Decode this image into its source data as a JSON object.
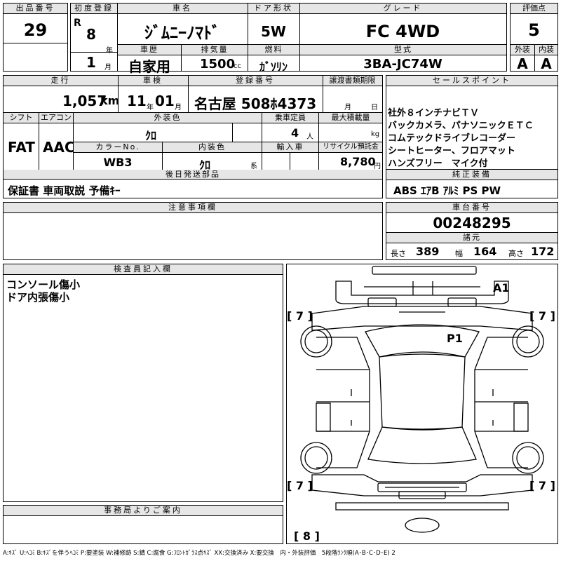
{
  "lot": {
    "label": "出品番号",
    "value": "29"
  },
  "first_reg": {
    "label": "初度登録",
    "era": "R",
    "year": "8",
    "year_unit": "年",
    "month": "1",
    "month_unit": "月"
  },
  "car_name": {
    "label": "車名",
    "value": "ｼﾞﾑﾆｰﾉﾏﾄﾞ"
  },
  "door": {
    "label": "ドア形状",
    "value": "5W"
  },
  "grade": {
    "label": "グレード",
    "value": "FC 4WD"
  },
  "score": {
    "label": "評価点",
    "value": "5"
  },
  "history": {
    "label": "車歴",
    "value": "自家用"
  },
  "displacement": {
    "label": "排気量",
    "value": "1500",
    "unit": "cc"
  },
  "fuel": {
    "label": "燃料",
    "value": "ｶﾞｿﾘﾝ"
  },
  "model": {
    "label": "型式",
    "value": "3BA-JC74W"
  },
  "exterior": {
    "label": "外装",
    "value": "A"
  },
  "interior": {
    "label": "内装",
    "value": "A"
  },
  "mileage": {
    "label": "走行",
    "value": "1,057",
    "unit": "km"
  },
  "inspection": {
    "label": "車検",
    "year": "11",
    "year_unit": "年",
    "month": "01",
    "month_unit": "月"
  },
  "plate": {
    "label": "登録番号",
    "value": "名古屋 508ﾎ4373"
  },
  "transfer": {
    "label": "譲渡書類期限",
    "month_unit": "月",
    "day_unit": "日"
  },
  "shift": {
    "label": "シフト",
    "value": "FAT"
  },
  "aircon": {
    "label": "エアコン",
    "value": "AAC"
  },
  "ext_color": {
    "label": "外装色",
    "value": "ｸﾛ"
  },
  "capacity": {
    "label": "乗車定員",
    "value": "4",
    "unit": "人"
  },
  "max_load": {
    "label": "最大積載量",
    "unit": "kg"
  },
  "color_no": {
    "label": "カラーNo.",
    "value": "WB3"
  },
  "int_color": {
    "label": "内装色",
    "value": "ｸﾛ",
    "unit": "系"
  },
  "import": {
    "label": "輸入車"
  },
  "recycle": {
    "label": "リサイクル預託金",
    "value": "8,780",
    "unit": "円"
  },
  "sales_points": {
    "label": "セールスポイント",
    "lines": [
      "社外８インチナビＴＶ",
      "バックカメラ、パナソニックＥＴＣ",
      "コムテックドライブレコーダー",
      "シートヒーター、フロアマット",
      "ハンズフリー　マイク付"
    ]
  },
  "later_parts": {
    "label": "後日発送部品",
    "value": "保証書 車両取説 予備ｷｰ"
  },
  "genuine": {
    "label": "純正装備",
    "value": "ABS ｴｱB ｱﾙﾐ PS PW"
  },
  "notes": {
    "label": "注意事項欄"
  },
  "chassis": {
    "label": "車台番号",
    "value": "00248295"
  },
  "specs": {
    "label": "諸元",
    "length_label": "長さ",
    "length": "389",
    "width_label": "幅",
    "width": "164",
    "height_label": "高さ",
    "height": "172"
  },
  "inspector": {
    "label": "検査員記入欄",
    "lines": [
      "コンソール傷小",
      "ドア内張傷小"
    ]
  },
  "diagram": {
    "a1": "A1",
    "p1": "P1",
    "tire_fl": "[ 7 ]",
    "tire_fr": "[ 7 ]",
    "tire_rl": "[ 7 ]",
    "tire_rr": "[ 7 ]",
    "spare": "[ 8 ]"
  },
  "office": {
    "label": "事務局よりご案内"
  },
  "legend": "A:ｷｽﾞ U:ﾍｺﾐ B:ｷｽﾞを伴うﾍｺﾐ P:要塗装 W:補修跡 S:錆 C:腐食 G:ﾌﾛﾝﾄｶﾞﾗｽ点ｷｽﾞ XX:交換済み X:要交換　内・外装評価　5段階ﾗﾝｸ順(A･B･C･D･E) 2"
}
